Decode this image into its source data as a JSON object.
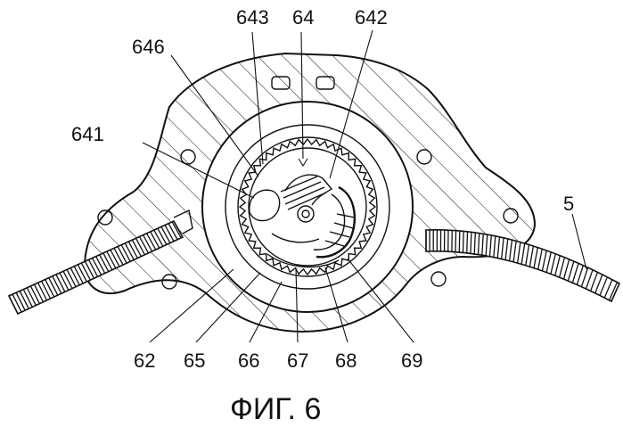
{
  "figure": {
    "caption": "ФИГ. 6",
    "labels": {
      "l643": "643",
      "l64": "64",
      "l642": "642",
      "l646": "646",
      "l641": "641",
      "l5": "5",
      "l62": "62",
      "l65": "65",
      "l66": "66",
      "l67": "67",
      "l68": "68",
      "l69": "69"
    }
  }
}
